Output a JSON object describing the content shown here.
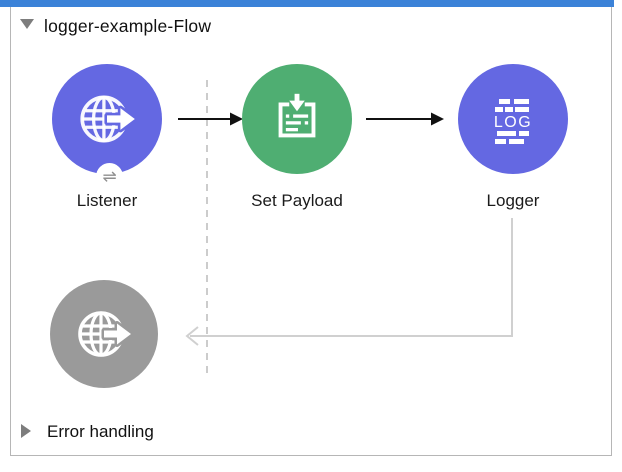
{
  "flow": {
    "title": "logger-example-Flow",
    "collapsed": false,
    "error_handling": {
      "label": "Error handling",
      "collapsed": true
    }
  },
  "nodes": {
    "listener": {
      "label": "Listener",
      "color": "#6468e2",
      "icon": "http-globe-arrow-icon",
      "badge_glyph": "⇌"
    },
    "set_payload": {
      "label": "Set Payload",
      "color": "#4fae72",
      "icon": "set-payload-icon"
    },
    "logger": {
      "label": "Logger",
      "color": "#6468e2",
      "icon": "logger-icon",
      "icon_text": "LOG"
    },
    "response": {
      "label": "",
      "color": "#9a9a9a",
      "icon": "http-globe-arrow-icon"
    }
  },
  "colors": {
    "selection_bar": "#3b82d8",
    "flow_border": "#b6b6b6",
    "dashed_divider": "#cccccc",
    "response_connector": "#d0d0d0",
    "flow_arrow": "#111111"
  }
}
